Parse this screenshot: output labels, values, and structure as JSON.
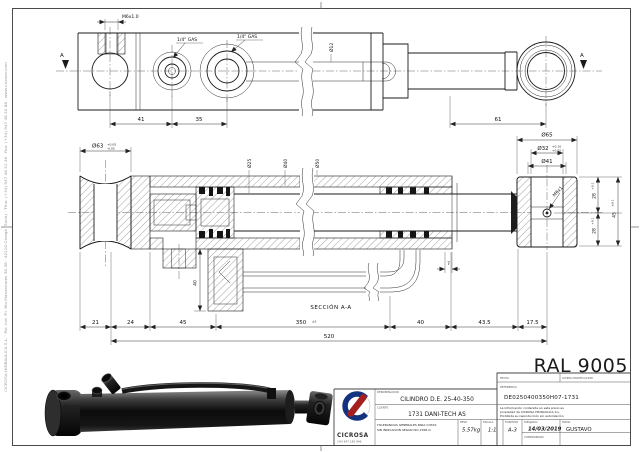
{
  "drawing": {
    "top_view": {
      "thread": "M6x1.0",
      "port_a": "1/4\" GAS",
      "port_b": "1/4\" GAS",
      "section_letter_left": "A",
      "section_letter_right": "A",
      "rod_dia": "Ø12",
      "dim_41": "41",
      "dim_35": "35",
      "dim_61": "61"
    },
    "section_view": {
      "title": "SECCIÓN A-A",
      "dia63": "Ø63",
      "dia63_tol_hi": "+0.05",
      "dia63_tol_lo": "-0.05",
      "dia25": "Ø25",
      "dia40": "Ø40",
      "dia50": "Ø50",
      "dim40_v": "40",
      "dim7": "7",
      "head": {
        "dia65": "Ø65",
        "dia32": "Ø32",
        "dia32_tol_hi": "+0.10",
        "dia32_tol_lo": "+0.05",
        "dia41": "Ø41",
        "thread": "M6x1",
        "dim28_top": "28",
        "dim28_top_tol": "+0.1",
        "dim28_bot": "28",
        "dim28_bot_tol": "+0.1",
        "dim45": "45",
        "dim45_tol": "±0.1"
      },
      "chain": [
        "21",
        "24",
        "45",
        "350",
        "40",
        "43.5",
        "17.5"
      ],
      "chain_tol": "±2",
      "total": "520"
    },
    "finish": "RAL 9005",
    "margin_note": "CICROSA HIDRAULICA S.L.  ·  Pol. Ind. P.I. Rio Manzanares 30-36  ·  42110 Olvega (Soria)  ·  Tfno: (+34) 947 48 51 46  ·  Fax: (+34) 947 48 52 88  ·  www.cicrosa.com"
  },
  "title_block": {
    "company": "CICROSA",
    "company_phone": "(34) 947 185 846",
    "labels": {
      "denominacion": "DENOMINACION",
      "cliente": "CLIENTE",
      "referencia": "REFERENCIA",
      "fecha": "FECHA",
      "ultima_mod": "ULTIMA MODIFICACION",
      "peso": "PESO",
      "escala": "ESCALA",
      "formato": "FORMATO",
      "dibujado": "DIBUJADO",
      "comprobado": "COMPROBADO",
      "firma": "FIRMA"
    },
    "denominacion": "CILINDRO D.E. 25-40-350",
    "cliente": "1731  DANI-TECH AS",
    "referencia": "DE0250400350H07-1731",
    "peso": "5.57kg",
    "escala": "1:1",
    "formato": "A-3",
    "fecha": "14/03/2019",
    "firma": "GUSTAVO",
    "tolerancias_line1": "TOLERANCIAS GENERALES PARA COTAS",
    "tolerancias_line2": "SIN INDICACION SEGUN ISO 2768-m",
    "nota_line1": "La información contenida en este plano es",
    "nota_line2": "propiedad de CICROSA HIDRAULICA S.L.",
    "nota_line3": "Prohibida su reproducción sin autorización"
  }
}
